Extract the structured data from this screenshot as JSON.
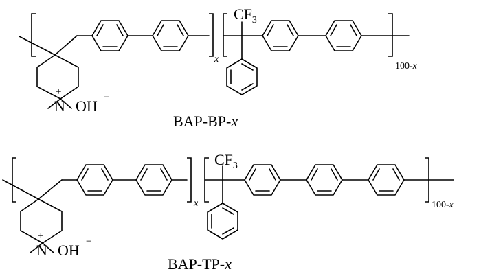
{
  "structures": [
    {
      "name_prefix": "BAP-BP-",
      "name_var": "x",
      "repeat_a": "x",
      "repeat_b_prefix": "100-",
      "repeat_b_var": "x",
      "cf3_main": "CF",
      "cf3_sub": "3",
      "nitrogen": "N",
      "plus": "+",
      "hydroxide": "OH",
      "minus": "−"
    },
    {
      "name_prefix": "BAP-TP-",
      "name_var": "x",
      "repeat_a": "x",
      "repeat_b_prefix": "100-",
      "repeat_b_var": "x",
      "cf3_main": "CF",
      "cf3_sub": "3",
      "nitrogen": "N",
      "plus": "+",
      "hydroxide": "OH",
      "minus": "−"
    }
  ]
}
